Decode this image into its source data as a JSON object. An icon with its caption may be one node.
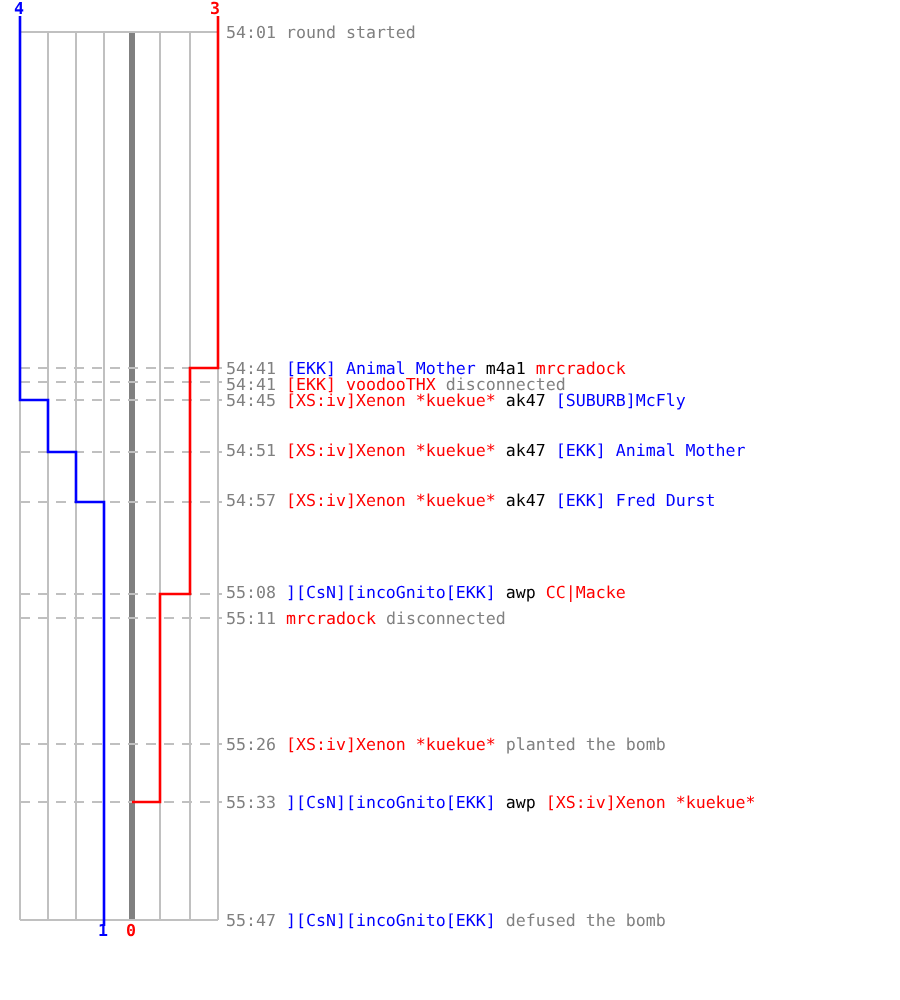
{
  "diagram": {
    "labels": [
      "4",
      "3",
      "54:01",
      "round started",
      "54:41",
      "[EKK] Animal Mother",
      "m4a1",
      "mrcradock",
      "54:41",
      "[EKK] voodooTHX",
      "disconnected",
      "54:45",
      "[XS:iv]Xenon *kuekue*",
      "ak47",
      "[SUBURB]McFly",
      "54:51",
      "[XS:iv]Xenon *kuekue*",
      "ak47",
      "[EKK] Animal Mother",
      "54:57",
      "[XS:iv]Xenon *kuekue*",
      "ak47",
      "[EKK] Fred Durst",
      "55:08",
      "][CsN][incoGnito[EKK]",
      "awp",
      "CC|Macke",
      "55:11",
      "mrcradock",
      "disconnected",
      "55:26",
      "[XS:iv]Xenon *kuekue*",
      "planted the bomb",
      "55:33",
      "][CsN][incoGnito[EKK]",
      "awp",
      "[XS:iv]Xenon *kuekue*",
      "55:47",
      "][CsN][incoGnito[EKK]",
      "defused the bomb",
      "1",
      "0"
    ]
  }
}
